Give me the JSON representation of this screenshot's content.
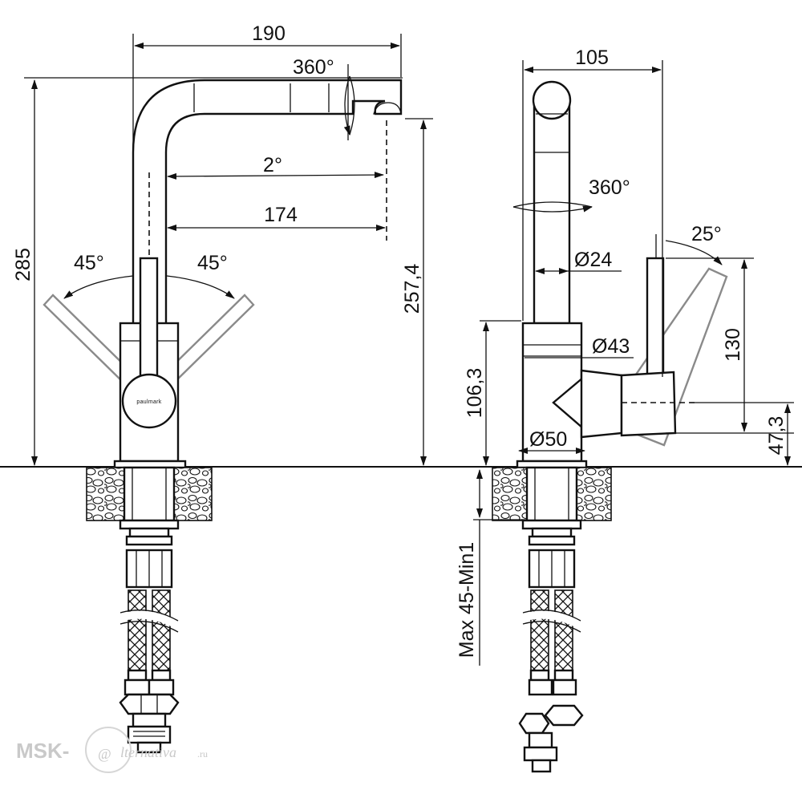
{
  "front_view": {
    "width_dim": "190",
    "rotation": "360°",
    "spout_angle": "2°",
    "reach_dim": "174",
    "height_dim": "285",
    "outlet_height_dim": "257,4",
    "lever_left_angle": "45°",
    "lever_right_angle": "45°",
    "brand_logo": "paulmark"
  },
  "side_view": {
    "depth_dim": "105",
    "rotation": "360°",
    "spout_diameter": "Ø24",
    "lever_angle": "25°",
    "lever_height_dim": "130",
    "body_diameter": "Ø43",
    "base_diameter": "Ø50",
    "body_height_dim": "106,3",
    "lever_axis_dim": "47,3",
    "countertop_thickness": "Max 45-Min1"
  },
  "watermark": {
    "prefix": "MSK-",
    "at_sign": "@",
    "name": "lternativa",
    "tld": ".ru"
  },
  "colors": {
    "line": "#111111",
    "ghost_lever": "#8a8a8a",
    "watermark": "#c9c9c9"
  }
}
